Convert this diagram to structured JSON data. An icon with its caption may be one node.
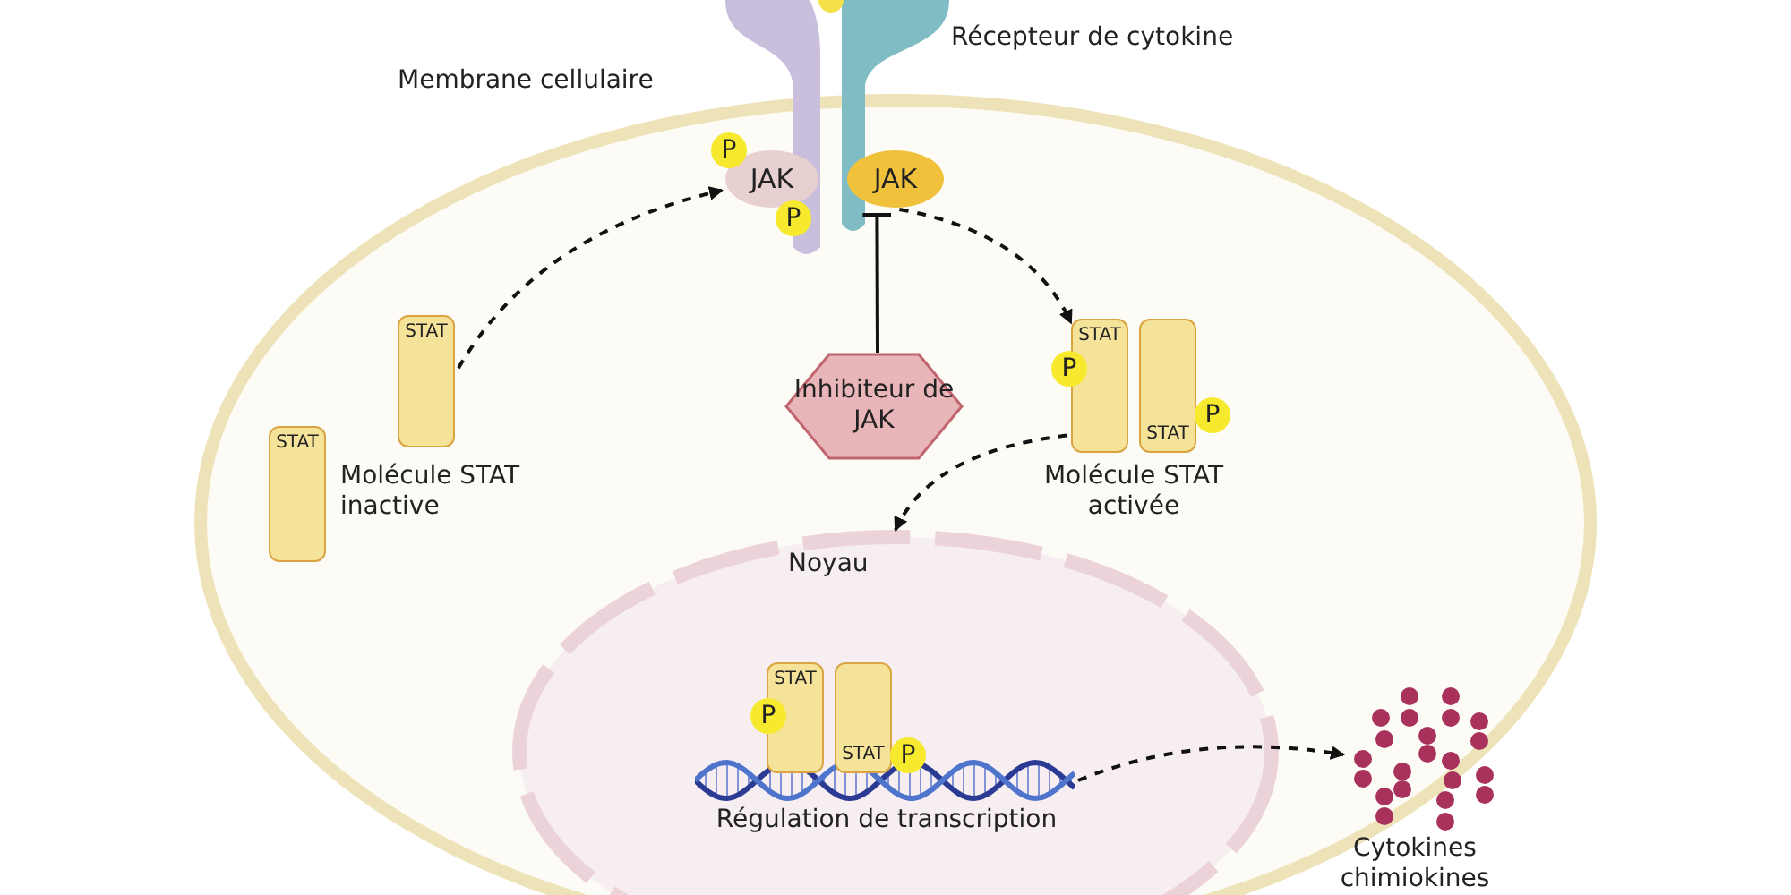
{
  "diagram": {
    "nodes": [
      {
        "text": [
          "JAK"
        ]
      },
      {
        "text": [
          "JAK"
        ]
      },
      {
        "text": [
          "STAT"
        ],
        "beside": [
          "Molécule STAT inactive"
        ]
      },
      {
        "text": [
          "Inhibiteur de JAK"
        ]
      },
      {
        "text": [
          "STAT",
          "STAT"
        ],
        "beside": [
          "Molécule STAT activée"
        ]
      },
      {
        "text": [
          "STAT"
        ]
      },
      {
        "text": [
          "Noyau"
        ]
      },
      {
        "text": [
          "STAT",
          "STAT"
        ],
        "in": 6
      },
      {
        "text": [],
        "shape": "picture",
        "in": 6,
        "beside": [
          "Régulation de transcription"
        ]
      },
      {
        "text": [],
        "shape": "picture",
        "beside": [
          "Cytokines chimiokines"
        ]
      }
    ],
    "edges": [
      {
        "from": 2,
        "to": 0,
        "arrow": "to",
        "style": "dashed"
      },
      {
        "from": 1,
        "to": 4,
        "arrow": "to",
        "style": "dashed"
      },
      {
        "from": 3,
        "to": 1,
        "arrow": "other"
      },
      {
        "from": 4,
        "to": 6,
        "arrow": "to",
        "style": "dashed"
      },
      {
        "from": 8,
        "to": 9,
        "arrow": "to",
        "style": "dashed"
      }
    ],
    "labels": [
      "Récepteur de cytokine",
      "Membrane cellulaire",
      "P",
      "P",
      "P",
      "P",
      "P",
      "P"
    ]
  }
}
